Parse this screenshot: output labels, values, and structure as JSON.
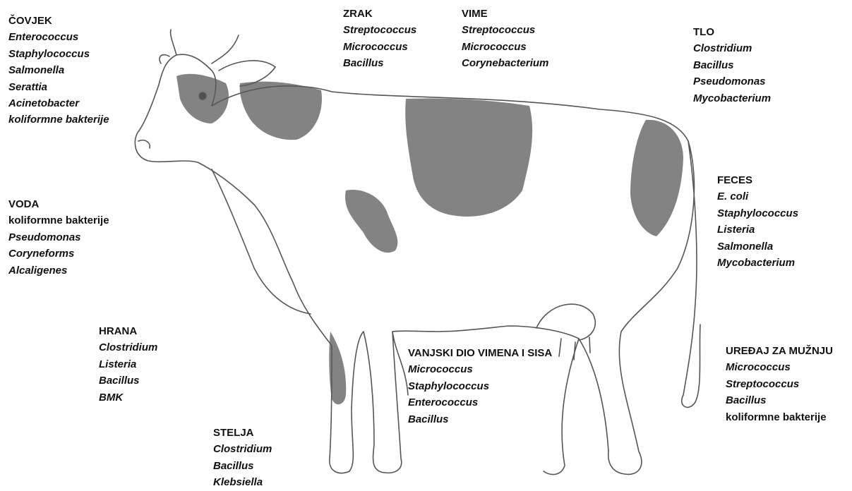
{
  "groups": [
    {
      "id": "covjek",
      "title": "ČOVJEK",
      "items": [
        {
          "text": "Enterococcus",
          "italic": true
        },
        {
          "text": "Staphylococcus",
          "italic": true
        },
        {
          "text": "Salmonella",
          "italic": true
        },
        {
          "text": "Serattia",
          "italic": true
        },
        {
          "text": "Acinetobacter",
          "italic": true
        },
        {
          "text": "koliformne bakterije",
          "italic": true
        }
      ]
    },
    {
      "id": "zrak",
      "title": "ZRAK",
      "items": [
        {
          "text": "Streptococcus",
          "italic": true
        },
        {
          "text": "Micrococcus",
          "italic": true
        },
        {
          "text": "Bacillus",
          "italic": true
        }
      ]
    },
    {
      "id": "vime",
      "title": "VIME",
      "items": [
        {
          "text": "Streptococcus",
          "italic": true
        },
        {
          "text": "Micrococcus",
          "italic": true
        },
        {
          "text": "Corynebacterium",
          "italic": true
        }
      ]
    },
    {
      "id": "tlo",
      "title": "TLO",
      "items": [
        {
          "text": "Clostridium",
          "italic": true
        },
        {
          "text": "Bacillus",
          "italic": true
        },
        {
          "text": "Pseudomonas",
          "italic": true
        },
        {
          "text": "Mycobacterium",
          "italic": true
        }
      ]
    },
    {
      "id": "voda",
      "title": "VODA",
      "items": [
        {
          "text": "koliformne bakterije",
          "italic": false
        },
        {
          "text": "Pseudomonas",
          "italic": true
        },
        {
          "text": "Coryneforms",
          "italic": true
        },
        {
          "text": "Alcaligenes",
          "italic": true
        }
      ]
    },
    {
      "id": "feces",
      "title": "FECES",
      "items": [
        {
          "text": "E. coli",
          "italic": true
        },
        {
          "text": "Staphylococcus",
          "italic": true
        },
        {
          "text": "Listeria",
          "italic": true
        },
        {
          "text": "Salmonella",
          "italic": true
        },
        {
          "text": "Mycobacterium",
          "italic": true
        }
      ]
    },
    {
      "id": "hrana",
      "title": "HRANA",
      "items": [
        {
          "text": "Clostridium",
          "italic": true
        },
        {
          "text": "Listeria",
          "italic": true
        },
        {
          "text": "Bacillus",
          "italic": true
        },
        {
          "text": "BMK",
          "italic": true
        }
      ]
    },
    {
      "id": "vanjski",
      "title": "VANJSKI DIO VIMENA I SISA",
      "items": [
        {
          "text": "Micrococcus",
          "italic": true
        },
        {
          "text": "Staphylococcus",
          "italic": true
        },
        {
          "text": "Enterococcus",
          "italic": true
        },
        {
          "text": "Bacillus",
          "italic": true
        }
      ]
    },
    {
      "id": "uredaj",
      "title": "UREĐAJ ZA MUŽNJU",
      "items": [
        {
          "text": "Micrococcus",
          "italic": true
        },
        {
          "text": "Streptococcus",
          "italic": true
        },
        {
          "text": "Bacillus",
          "italic": true
        },
        {
          "text": "koliformne bakterije",
          "italic": false
        }
      ]
    },
    {
      "id": "stelja",
      "title": "STELJA",
      "items": [
        {
          "text": "Clostridium",
          "italic": true
        },
        {
          "text": "Bacillus",
          "italic": true
        },
        {
          "text": "Klebsiella",
          "italic": true
        }
      ]
    }
  ]
}
